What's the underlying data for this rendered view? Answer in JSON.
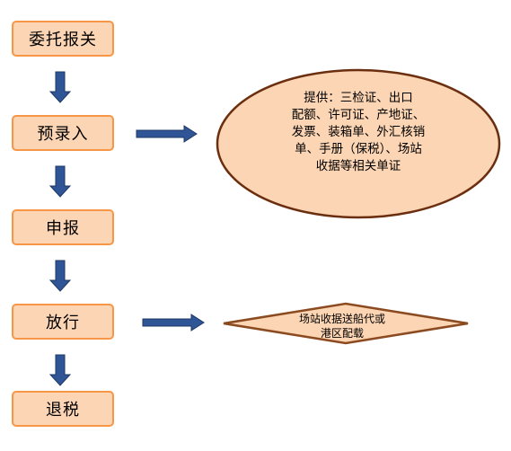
{
  "steps": [
    {
      "label": "委托报关"
    },
    {
      "label": "预录入"
    },
    {
      "label": "申报"
    },
    {
      "label": "放行"
    },
    {
      "label": "退税"
    }
  ],
  "oval": {
    "lines": [
      "提供：三检证、出口",
      "配额、许可证、产地证、",
      "发票、装箱单、外汇核销",
      "单、手册（保税）、场站",
      "收据等相关单证"
    ]
  },
  "diamond": {
    "lines": [
      "场站收据送船代或",
      "港区配载"
    ]
  },
  "colors": {
    "box_fill": "#fcd5b4",
    "box_border": "#f79646",
    "arrow": "#2f5597",
    "arrow_outline": "#1f3864"
  }
}
